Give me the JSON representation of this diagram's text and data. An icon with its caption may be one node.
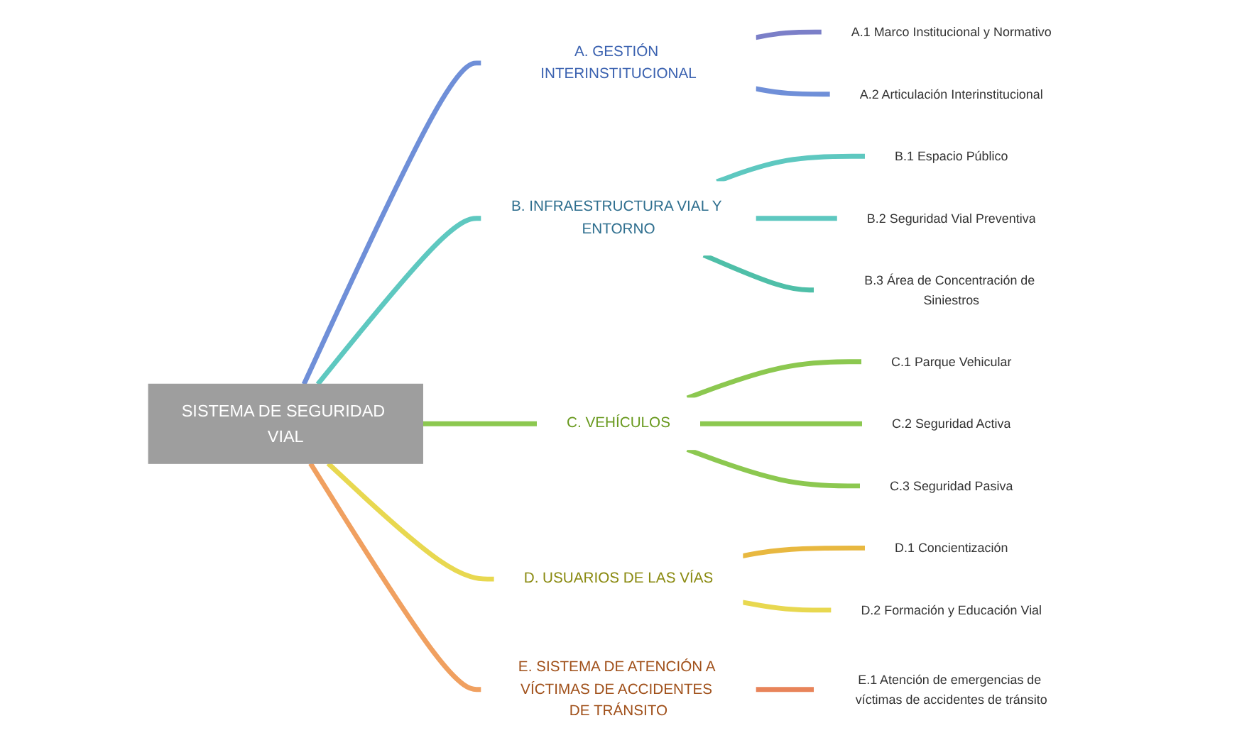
{
  "diagram": {
    "nodes": [
      {
        "text": [
          "SISTEMA DE SEGURIDAD VIAL"
        ]
      },
      {
        "text": [
          "A. GESTIÓN INTERINSTITUCIONAL"
        ]
      },
      {
        "text": [
          "A.1 Marco Institucional y Normativo"
        ]
      },
      {
        "text": [
          "A.2 Articulación Interinstitucional"
        ]
      },
      {
        "text": [
          "B. INFRAESTRUCTURA VIAL Y ENTORNO"
        ]
      },
      {
        "text": [
          "B.1 Espacio Público"
        ]
      },
      {
        "text": [
          "B.2 Seguridad Vial Preventiva"
        ]
      },
      {
        "text": [
          "B.3 Área de Concentración de Siniestros"
        ]
      },
      {
        "text": [
          "C. VEHÍCULOS"
        ]
      },
      {
        "text": [
          "C.1 Parque Vehicular"
        ]
      },
      {
        "text": [
          "C.2 Seguridad Activa"
        ]
      },
      {
        "text": [
          "C.3 Seguridad Pasiva"
        ]
      },
      {
        "text": [
          "D. USUARIOS DE LAS VÍAS"
        ]
      },
      {
        "text": [
          "D.1 Concientización"
        ]
      },
      {
        "text": [
          "D.2 Formación y Educación Vial"
        ]
      },
      {
        "text": [
          "E. SISTEMA DE ATENCIÓN A VÍCTIMAS DE ACCIDENTES DE TRÁNSITO"
        ]
      },
      {
        "text": [
          "E.1 Atención de emergencias de víctimas de accidentes de tránsito"
        ]
      }
    ],
    "edges": [
      {
        "from": 0,
        "to": 1,
        "arrow": "none",
        "color": "#6f8fd8"
      },
      {
        "from": 1,
        "to": 2,
        "arrow": "none",
        "color": "#7b7fc8"
      },
      {
        "from": 1,
        "to": 3,
        "arrow": "none",
        "color": "#6f8fd8"
      },
      {
        "from": 0,
        "to": 4,
        "arrow": "none",
        "color": "#5ec8c0"
      },
      {
        "from": 4,
        "to": 5,
        "arrow": "none",
        "color": "#5ec8c0"
      },
      {
        "from": 4,
        "to": 6,
        "arrow": "none",
        "color": "#5ec8c0"
      },
      {
        "from": 4,
        "to": 7,
        "arrow": "none",
        "color": "#4fbfa8"
      },
      {
        "from": 0,
        "to": 8,
        "arrow": "none",
        "color": "#8cc850"
      },
      {
        "from": 8,
        "to": 9,
        "arrow": "none",
        "color": "#8cc850"
      },
      {
        "from": 8,
        "to": 10,
        "arrow": "none",
        "color": "#8cc850"
      },
      {
        "from": 8,
        "to": 11,
        "arrow": "none",
        "color": "#8cc850"
      },
      {
        "from": 0,
        "to": 12,
        "arrow": "none",
        "color": "#e8d850"
      },
      {
        "from": 12,
        "to": 13,
        "arrow": "none",
        "color": "#e8b840"
      },
      {
        "from": 12,
        "to": 14,
        "arrow": "none",
        "color": "#e8d850"
      },
      {
        "from": 0,
        "to": 15,
        "arrow": "none",
        "color": "#f0a060"
      },
      {
        "from": 15,
        "to": 16,
        "arrow": "none",
        "color": "#e8845a"
      }
    ]
  }
}
